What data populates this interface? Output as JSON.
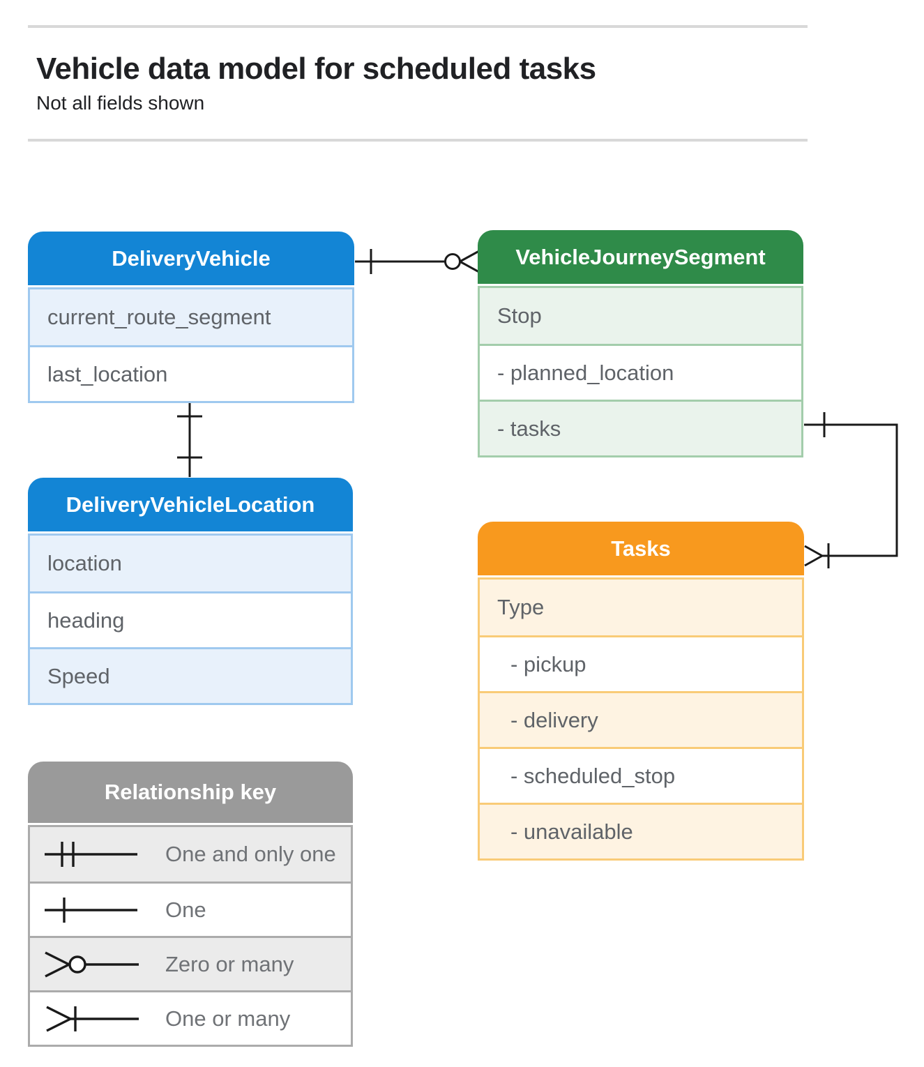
{
  "page": {
    "title": "Vehicle data model for scheduled tasks",
    "subtitle": "Not all fields shown"
  },
  "palette": {
    "blue_header": "#1385D5",
    "blue_tint": "#E8F1FB",
    "blue_border": "#9FC9EF",
    "green_header": "#2F8B49",
    "green_tint": "#EAF3EC",
    "green_border": "#A3CDAB",
    "orange_header": "#F8991E",
    "orange_tint": "#FEF3E2",
    "orange_border": "#F9CB77",
    "gray_header": "#9A9A9A",
    "gray_tint": "#EBEBEB",
    "gray_border": "#ABABAB",
    "field_text": "#5F6368",
    "legend_text": "#6F7276",
    "title_text": "#202124",
    "line": "#1A1A1A",
    "divider": "#D8D8D8"
  },
  "entities": {
    "delivery_vehicle": {
      "title": "DeliveryVehicle",
      "fields": [
        "current_route_segment",
        "last_location"
      ]
    },
    "vehicle_journey_segment": {
      "title": "VehicleJourneySegment",
      "fields": [
        "Stop",
        "- planned_location",
        "- tasks"
      ]
    },
    "delivery_vehicle_location": {
      "title": "DeliveryVehicleLocation",
      "fields": [
        "location",
        "heading",
        "Speed"
      ]
    },
    "tasks": {
      "title": "Tasks",
      "fields": [
        "Type",
        "- pickup",
        "- delivery",
        "- scheduled_stop",
        "- unavailable"
      ]
    }
  },
  "relationships": [
    {
      "from": "DeliveryVehicle",
      "to": "VehicleJourneySegment",
      "from_cardinality": "one",
      "to_cardinality": "zero or many"
    },
    {
      "from": "DeliveryVehicle",
      "to": "DeliveryVehicleLocation",
      "from_cardinality": "one",
      "to_cardinality": "one"
    },
    {
      "from": "VehicleJourneySegment.tasks",
      "to": "Tasks",
      "from_cardinality": "one",
      "to_cardinality": "one or many"
    }
  ],
  "legend": {
    "title": "Relationship key",
    "items": [
      {
        "symbol": "one-and-only-one",
        "label": "One and only one"
      },
      {
        "symbol": "one",
        "label": "One"
      },
      {
        "symbol": "zero-or-many",
        "label": "Zero or many"
      },
      {
        "symbol": "one-or-many",
        "label": "One or many"
      }
    ]
  }
}
